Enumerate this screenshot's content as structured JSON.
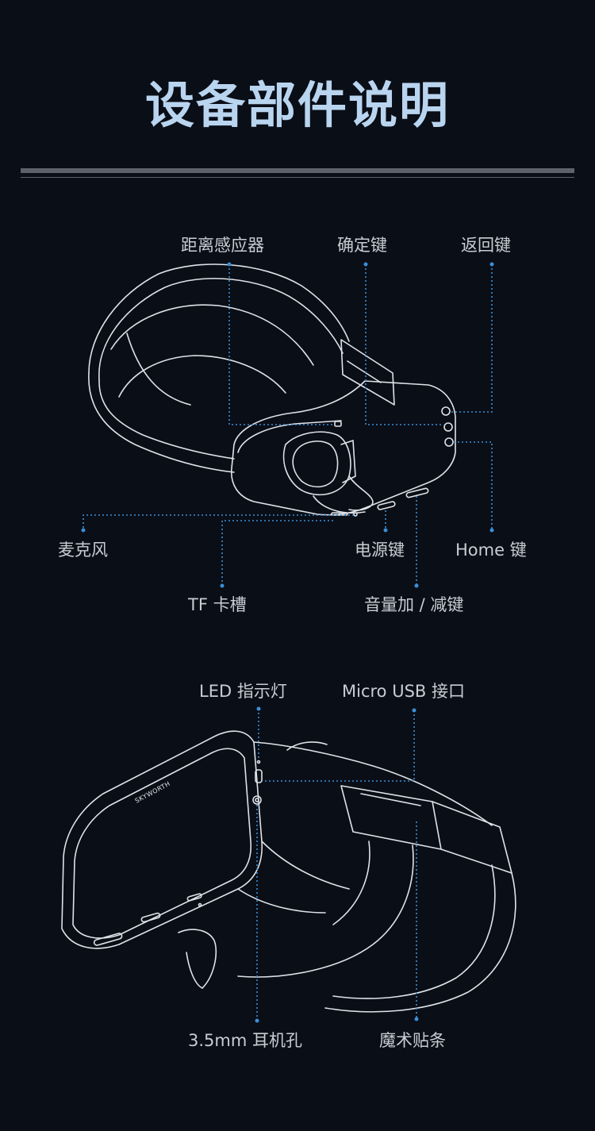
{
  "title": "设备部件说明",
  "top_device": {
    "labels": {
      "proximity_sensor": "距离感应器",
      "confirm_key": "确定键",
      "back_key": "返回键",
      "microphone": "麦克风",
      "power_key": "电源键",
      "home_key": "Home 键",
      "tf_slot": "TF 卡槽",
      "volume_key": "音量加 / 减键"
    }
  },
  "bottom_device": {
    "brand": "SKYWORTH",
    "labels": {
      "led": "LED 指示灯",
      "micro_usb": "Micro USB 接口",
      "headphone": "3.5mm 耳机孔",
      "velcro": "魔术贴条"
    }
  },
  "colors": {
    "background": "#0a0e17",
    "title": "#b9d4ef",
    "leader": "#3b8fd6",
    "line_art": "#dfe3e8"
  }
}
